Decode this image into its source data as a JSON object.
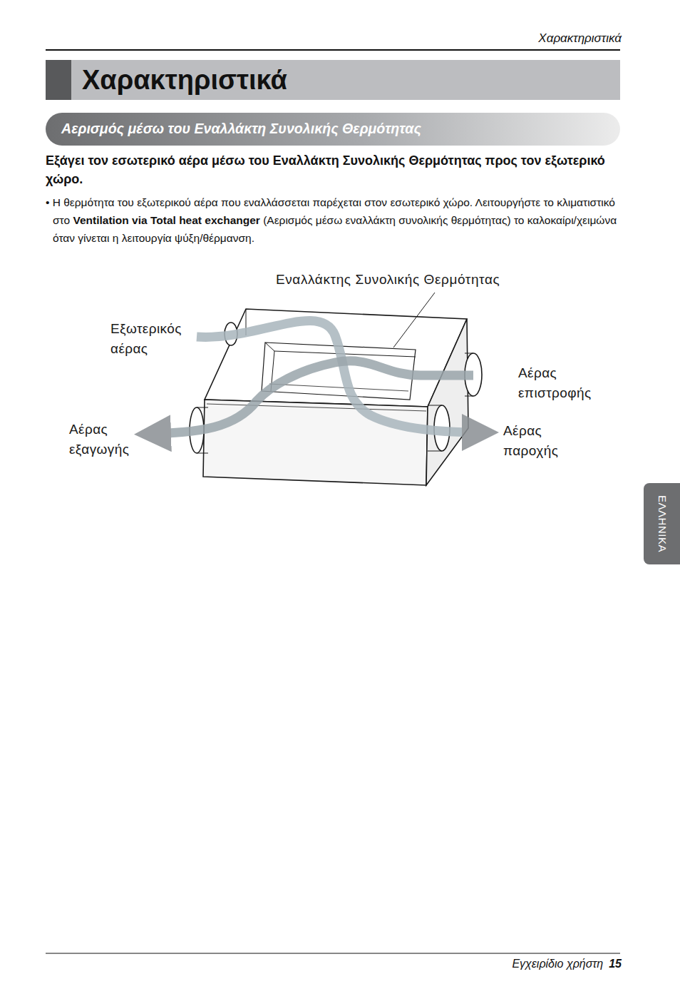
{
  "diagram": {
    "title": "Χαρακτηριστικά",
    "nodes": [
      {
        "text": [
          "Αερισμός μέσω του Εναλλάκτη Συνολικής Θερμότητας"
        ]
      },
      {
        "text": [
          "ΕΛΛΗΝΙΚΑ"
        ]
      }
    ],
    "labels": [
      "Χαρακτηριστικά",
      "Εξάγει τον εσωτερικό αέρα μέσω του Εναλλάκτη Συνολικής Θερμότητας προς τον εξωτερικό χώρο.",
      "• Η θερμότητα του εξωτερικού αέρα που εναλλάσσεται παρέχεται στον εσωτερικό χώρο. Λειτουργήστε το κλιματιστικό στο",
      "Ventilation via Total heat exchanger",
      "(Αερισμός μέσω εναλλάκτη συνολικής θερμότητας) το καλοκαίρι/χειμώνα όταν γίνεται η λειτουργία ψύξη/θέρμανση.",
      "Εναλλάκτης Συνολικής Θερμότητας",
      "Εξωτερικός αέρας",
      "Αέρας επιστροφής",
      "Αέρας εξαγωγής",
      "Αέρας παροχής",
      "Εγχειρίδιο χρήστη",
      "15"
    ]
  }
}
